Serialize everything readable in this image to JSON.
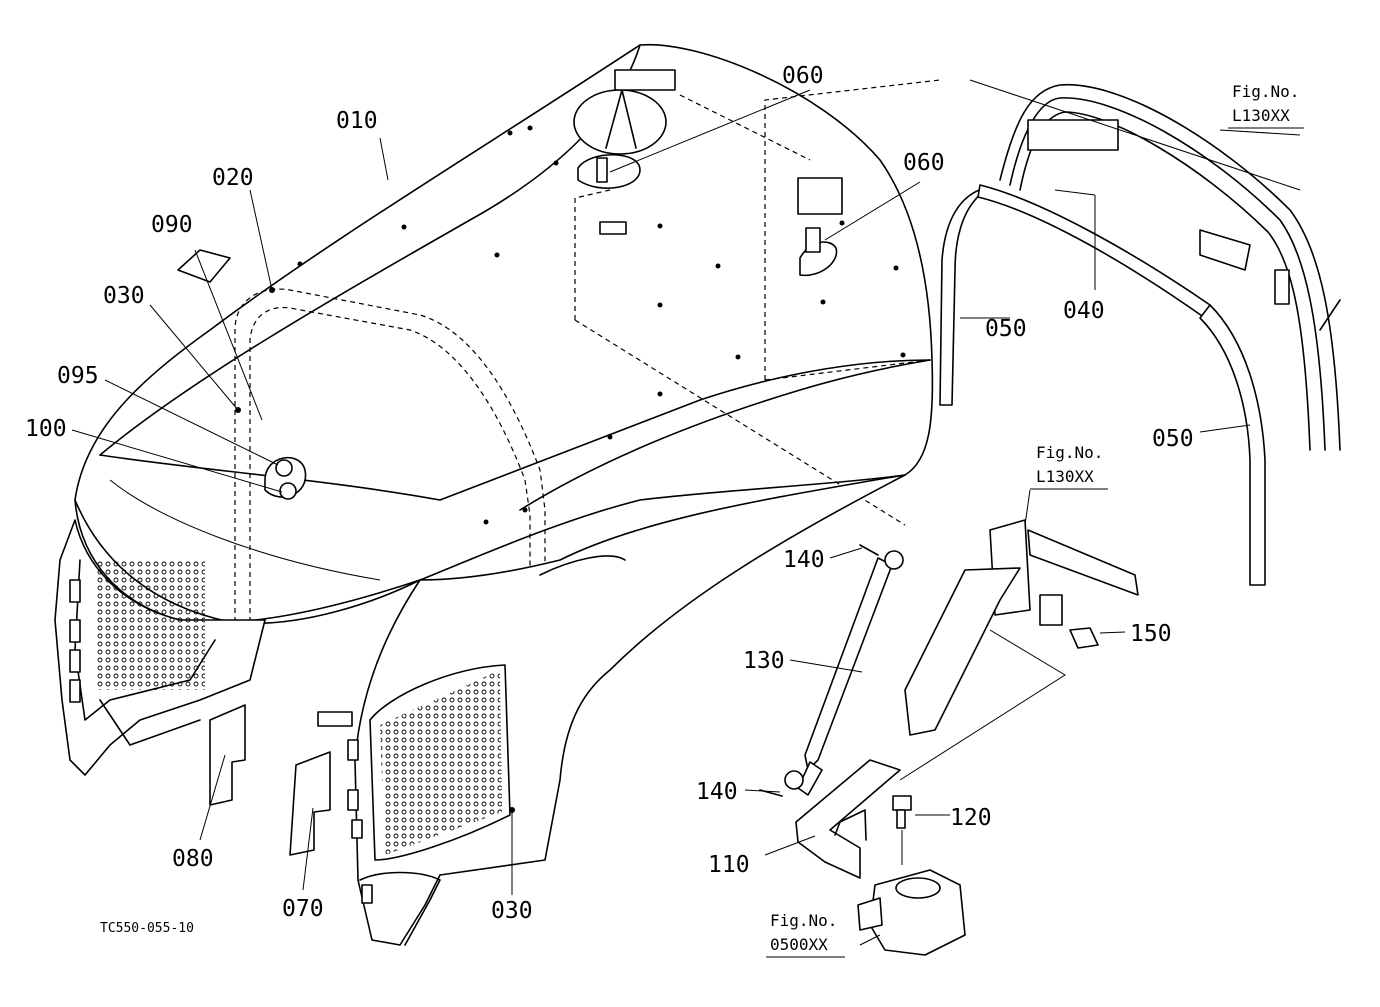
{
  "drawing_code": "TC550-055-10",
  "part_labels": {
    "p010": "010",
    "p020": "020",
    "p030a": "030",
    "p030b": "030",
    "p040": "040",
    "p050a": "050",
    "p050b": "050",
    "p060a": "060",
    "p060b": "060",
    "p070": "070",
    "p080": "080",
    "p090": "090",
    "p095": "095",
    "p100": "100",
    "p110": "110",
    "p120": "120",
    "p130": "130",
    "p140a": "140",
    "p140b": "140",
    "p150": "150"
  },
  "figure_refs": {
    "cabin_top": {
      "prefix": "Fig.No.",
      "code": "L130XX"
    },
    "cabin_mid": {
      "prefix": "Fig.No.",
      "code": "L130XX"
    },
    "support": {
      "prefix": "Fig.No.",
      "code": "0500XX"
    }
  }
}
